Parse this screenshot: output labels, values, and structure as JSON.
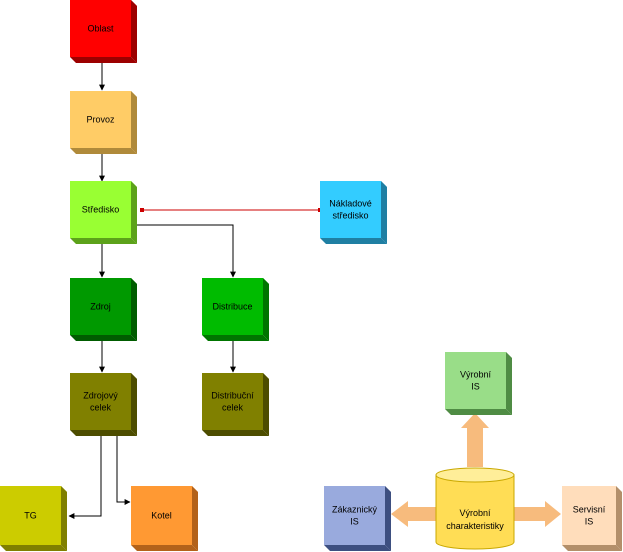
{
  "nodes": {
    "oblast": {
      "lines": [
        "Oblast"
      ],
      "face": "#ff0000",
      "side": "#9c0000",
      "top": "#ff5a5a"
    },
    "provoz": {
      "lines": [
        "Provoz"
      ],
      "face": "#ffcc66",
      "side": "#b08a3a",
      "top": "#ffe0a0"
    },
    "stredisko": {
      "lines": [
        "Středisko"
      ],
      "face": "#99ff33",
      "side": "#5ca21a",
      "top": "#c2ff80"
    },
    "nakladove": {
      "lines": [
        "Nákladové",
        "středisko"
      ],
      "face": "#33ccff",
      "side": "#1f7fa3",
      "top": "#8ae2ff"
    },
    "zdroj": {
      "lines": [
        "Zdroj"
      ],
      "face": "#009900",
      "side": "#005c00",
      "top": "#33b833"
    },
    "distribuce": {
      "lines": [
        "Distribuce"
      ],
      "face": "#00bb00",
      "side": "#007500",
      "top": "#4fd14f"
    },
    "zdrojovy": {
      "lines": [
        "Zdrojový",
        "celek"
      ],
      "face": "#808000",
      "side": "#4d4d00",
      "top": "#a3a333"
    },
    "distribucni": {
      "lines": [
        "Distribuční",
        "celek"
      ],
      "face": "#808000",
      "side": "#4d4d00",
      "top": "#a3a333"
    },
    "tg": {
      "lines": [
        "TG"
      ],
      "face": "#cccc00",
      "side": "#7f7f00",
      "top": "#e0e050"
    },
    "kotel": {
      "lines": [
        "Kotel"
      ],
      "face": "#ff9933",
      "side": "#b3621a",
      "top": "#ffc080"
    },
    "vyrobni_is": {
      "lines": [
        "Výrobní",
        "IS"
      ],
      "face": "#99dd88",
      "side": "#4f8c44",
      "top": "#c4eeb8"
    },
    "zakaznicky_is": {
      "lines": [
        "Zákaznický",
        "IS"
      ],
      "face": "#99aadd",
      "side": "#3d4f80",
      "top": "#c0cbef"
    },
    "servisni_is": {
      "lines": [
        "Servisní",
        "IS"
      ],
      "face": "#ffddbb",
      "side": "#b38f6a",
      "top": "#ffeedd"
    }
  },
  "database": {
    "lines": [
      "Výrobní",
      "charakteristiky"
    ],
    "face": "#ffdd55",
    "top": "#ffee99",
    "stroke": "#c9a800"
  },
  "colors": {
    "connector": "#000000",
    "link_red": "#cc0000",
    "arrow": "#f7bb7d"
  }
}
